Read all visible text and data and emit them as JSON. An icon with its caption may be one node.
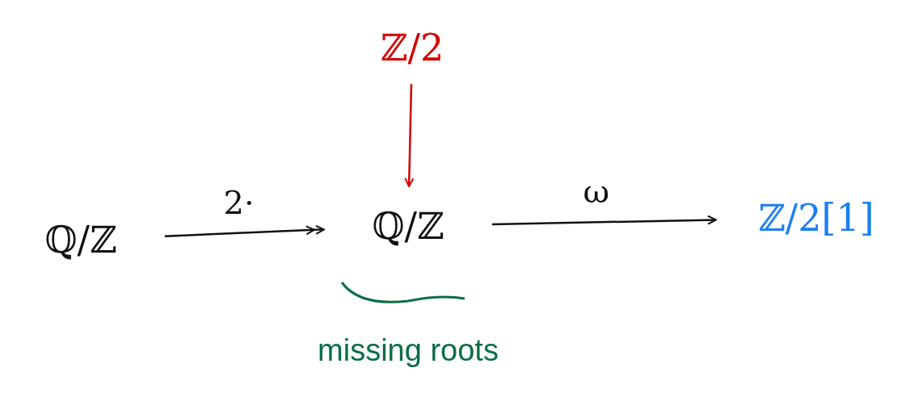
{
  "diagram": {
    "nodes": [
      {
        "text": [
          "ℤ/2"
        ]
      },
      {
        "text": [
          "ℚ/ℤ"
        ]
      },
      {
        "text": [
          "ℚ/ℤ"
        ],
        "beside": [
          "missing roots"
        ]
      },
      {
        "text": [
          "ℤ/2[1]"
        ]
      }
    ],
    "edges": [
      {
        "from": 0,
        "to": 2,
        "arrow": "to",
        "color": "#d40000"
      },
      {
        "from": 1,
        "to": 2,
        "arrow": "to",
        "label": "2·"
      },
      {
        "from": 2,
        "to": 3,
        "arrow": "to",
        "label": "ω"
      }
    ]
  }
}
